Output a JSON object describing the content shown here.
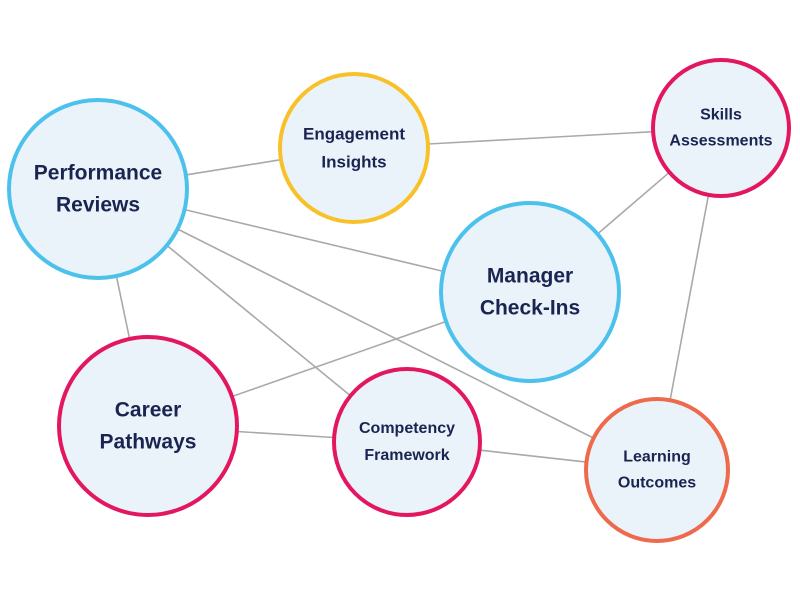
{
  "diagram": {
    "nodes": [
      {
        "id": "performance",
        "lines": [
          "Performance",
          "Reviews"
        ],
        "color": "#4cc1ec"
      },
      {
        "id": "engagement",
        "lines": [
          "Engagement",
          "Insights"
        ],
        "color": "#f8c12a"
      },
      {
        "id": "skills",
        "lines": [
          "Skills",
          "Assessments"
        ],
        "color": "#e3175f"
      },
      {
        "id": "manager",
        "lines": [
          "Manager",
          "Check-Ins"
        ],
        "color": "#4cc1ec"
      },
      {
        "id": "career",
        "lines": [
          "Career",
          "Pathways"
        ],
        "color": "#e3175f"
      },
      {
        "id": "competency",
        "lines": [
          "Competency",
          "Framework"
        ],
        "color": "#e3175f"
      },
      {
        "id": "learning",
        "lines": [
          "Learning",
          "Outcomes"
        ],
        "color": "#ee6a4c"
      }
    ],
    "edges": [
      [
        "performance",
        "engagement"
      ],
      [
        "performance",
        "manager"
      ],
      [
        "performance",
        "learning"
      ],
      [
        "performance",
        "competency"
      ],
      [
        "performance",
        "career"
      ],
      [
        "engagement",
        "skills"
      ],
      [
        "skills",
        "manager"
      ],
      [
        "skills",
        "learning"
      ],
      [
        "manager",
        "career"
      ],
      [
        "career",
        "competency"
      ],
      [
        "competency",
        "learning"
      ]
    ],
    "edge_color": "#a9a9a9",
    "node_fill": "#eaf3fa",
    "text_color": "#1a2451"
  }
}
